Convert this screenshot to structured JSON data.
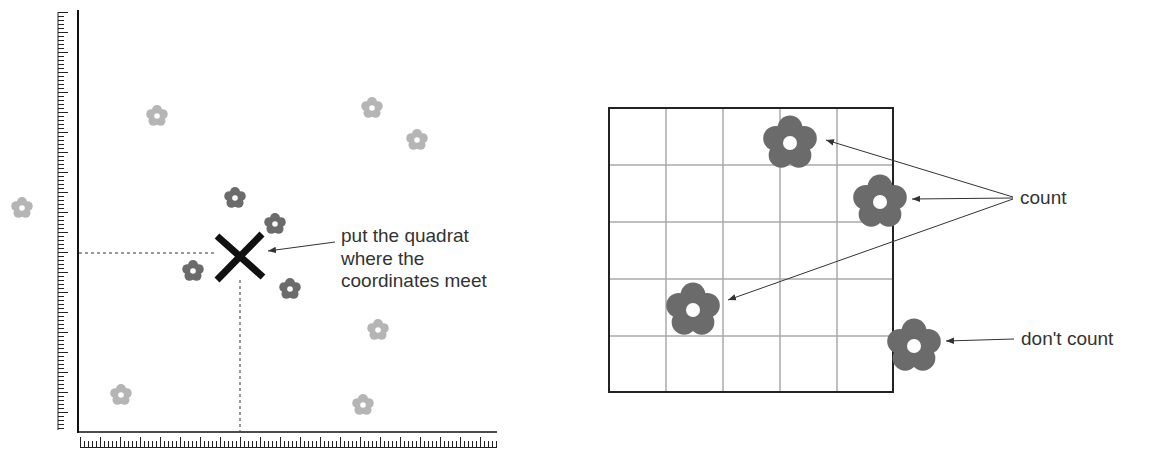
{
  "diagram": {
    "labels": [
      "put the quadrat where the coordinates meet",
      "count",
      "don't count"
    ]
  }
}
